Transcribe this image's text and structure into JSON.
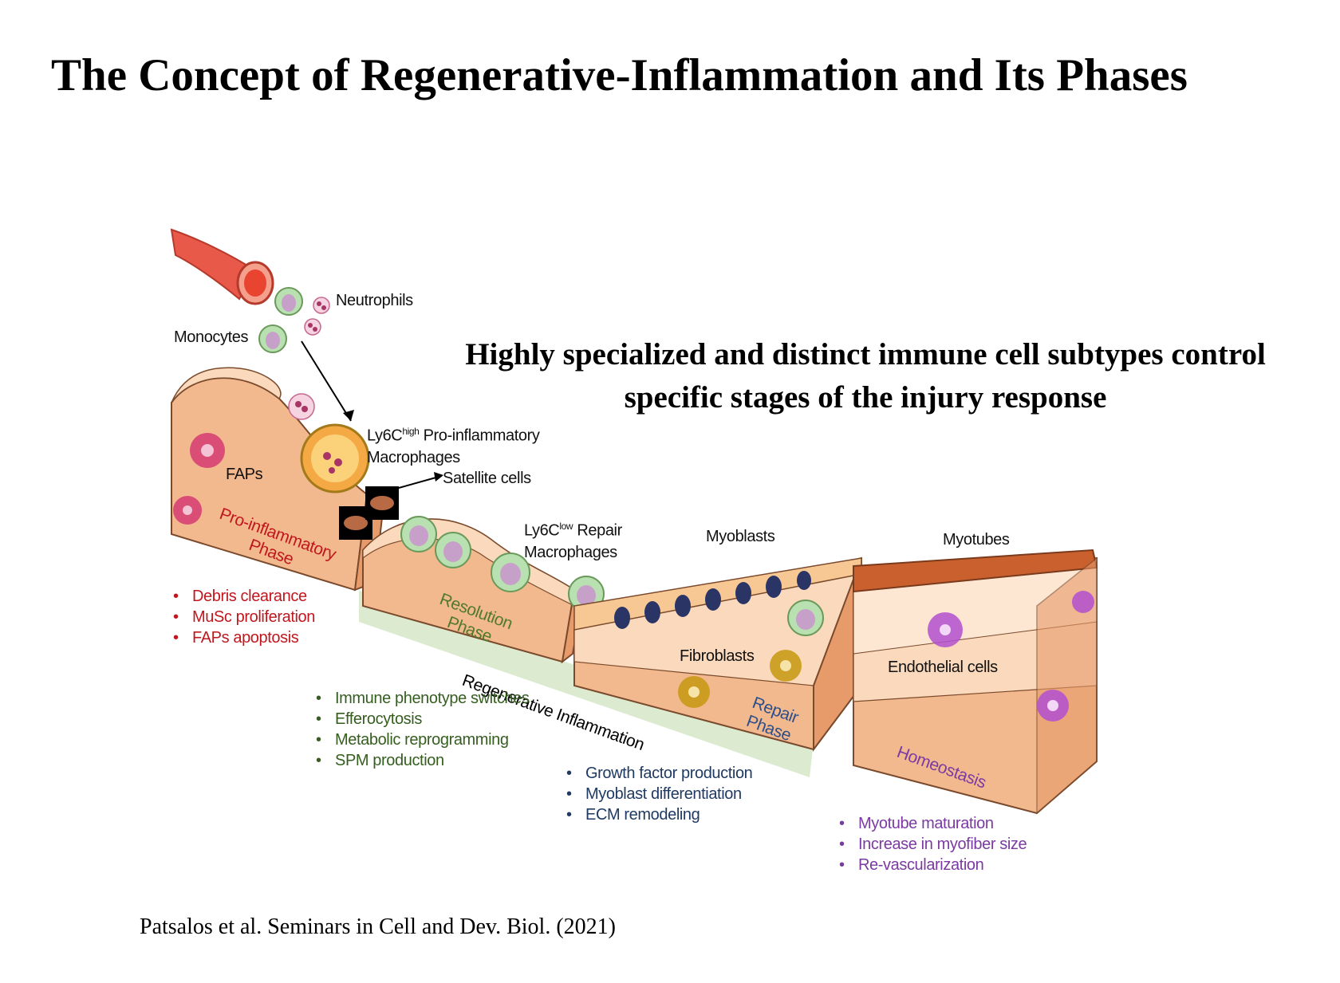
{
  "title": "The Concept of Regenerative-Inflammation and Its Phases",
  "subtitle": {
    "line1": "Highly specialized and distinct  immune cell subtypes control",
    "line2": "specific stages of the injury response"
  },
  "citation": "Patsalos et al. Seminars in Cell and Dev. Biol. (2021)",
  "labels": {
    "neutrophils": "Neutrophils",
    "monocytes": "Monocytes",
    "ly6c_high_prefix": "Ly6C",
    "ly6c_high_sup": "high",
    "ly6c_high_suffix": " Pro-inflammatory",
    "ly6c_high_line2": "Macrophages",
    "satellite_cells": "Satellite cells",
    "faps": "FAPs",
    "ly6c_low_prefix": "Ly6C",
    "ly6c_low_sup": "low",
    "ly6c_low_suffix": " Repair",
    "ly6c_low_line2": "Macrophages",
    "myoblasts": "Myoblasts",
    "myotubes": "Myotubes",
    "fibroblasts": "Fibroblasts",
    "endothelial_cells": "Endothelial cells",
    "regenerative_inflammation": "Regenerative Inflammation"
  },
  "phases": {
    "pro_inflammatory": {
      "line1": "Pro-inflammatory",
      "line2": "Phase",
      "color": "#c0171e"
    },
    "resolution": {
      "line1": "Resolution",
      "line2": "Phase",
      "color": "#4f7a2a"
    },
    "repair": {
      "line1": "Repair",
      "line2": "Phase",
      "color": "#2c4f8a"
    },
    "homeostasis": {
      "line1": "Homeostasis",
      "color": "#7b3aa3"
    }
  },
  "lists": {
    "pro_inflammatory": [
      "Debris clearance",
      "MuSc proliferation",
      "FAPs apoptosis"
    ],
    "resolution": [
      "Immune phenotype switches",
      "Efferocytosis",
      "Metabolic reprogramming",
      "SPM production"
    ],
    "repair": [
      "Growth factor production",
      "Myoblast differentiation",
      "ECM remodeling"
    ],
    "homeostasis": [
      "Myotube maturation",
      "Increase in myofiber size",
      "Re-vascularization"
    ]
  },
  "colors": {
    "tissue": "#f3b98e",
    "tissue_dark": "#e79a6a",
    "tissue_light": "#fbd9bd",
    "band": "#dcebd0",
    "monocyte": "#b9e0b0",
    "myonuclei": "#2a3566",
    "fibro": "#c99a17",
    "endothelial": "#b14fd0",
    "fap": "#d43a72",
    "vessel": "#e8594a"
  }
}
